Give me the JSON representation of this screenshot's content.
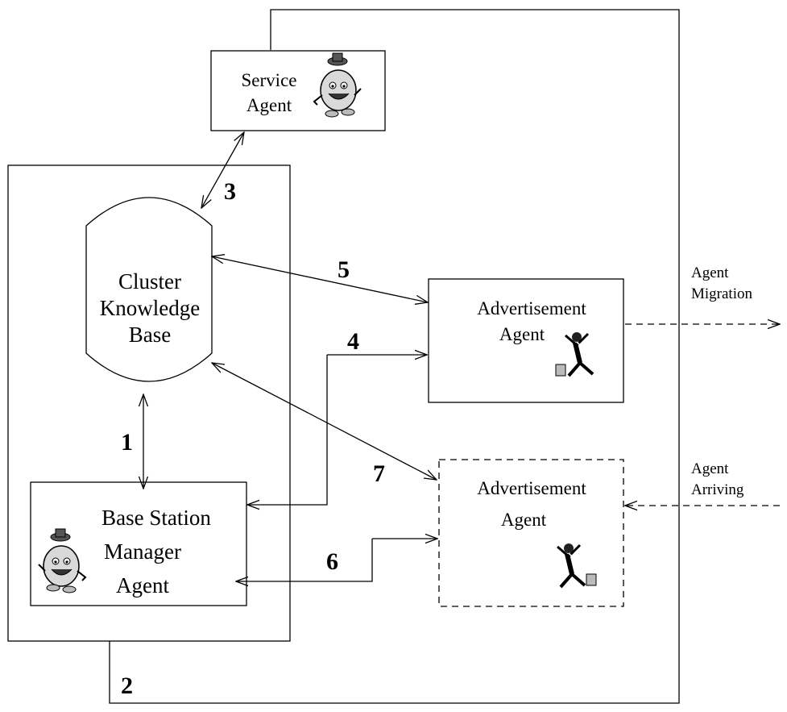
{
  "service_agent": {
    "line1": "Service",
    "line2": "Agent"
  },
  "knowledge_base": {
    "line1": "Cluster",
    "line2": "Knowledge",
    "line3": "Base"
  },
  "base_station": {
    "line1": "Base Station",
    "line2": "Manager",
    "line3": "Agent"
  },
  "ad_agent_top": {
    "line1": "Advertisement",
    "line2": "Agent"
  },
  "ad_agent_bottom": {
    "line1": "Advertisement",
    "line2": "Agent"
  },
  "migration": {
    "line1": "Agent",
    "line2": "Migration"
  },
  "arriving": {
    "line1": "Agent",
    "line2": "Arriving"
  },
  "step_labels": {
    "s1": "1",
    "s2": "2",
    "s3": "3",
    "s4": "4",
    "s5": "5",
    "s6": "6",
    "s7": "7"
  },
  "icons": [
    "smiley-agent-icon",
    "running-businessman-icon"
  ]
}
